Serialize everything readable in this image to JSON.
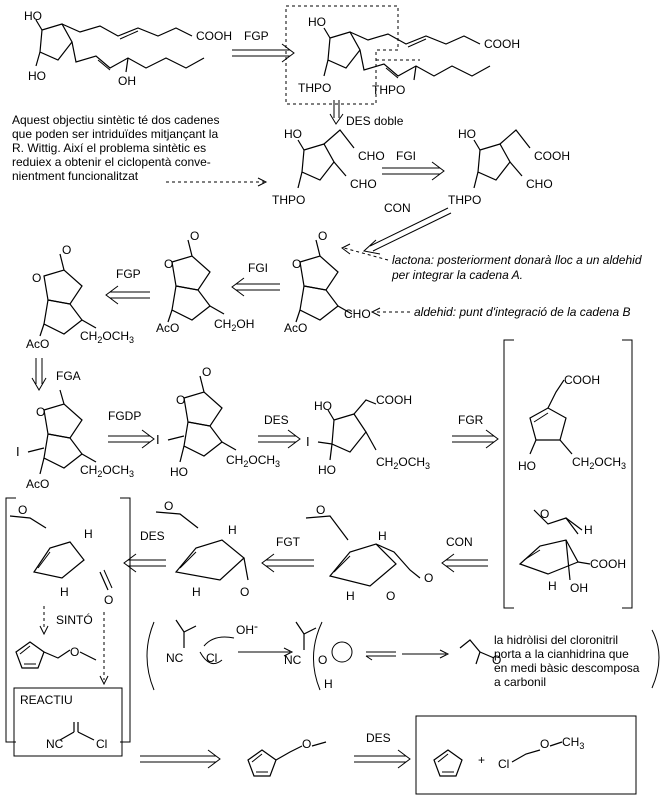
{
  "colors": {
    "note_blue": "#1a1acc",
    "note_red": "#dd0000",
    "note_magenta": "#cc22cc",
    "ink": "#000000"
  },
  "arrows": {
    "fgp_top": "FGP",
    "des_doble": "DES doble",
    "fgi_top": "FGI",
    "con_top": "CON",
    "fgi_mid": "FGI",
    "fgp_mid": "FGP",
    "fga": "FGA",
    "fgdp": "FGDP",
    "des_mid": "DES",
    "fgr": "FGR",
    "des_low": "DES",
    "fgt": "FGT",
    "con_low": "CON",
    "des_bottom": "DES",
    "sinto": "SINTÓ"
  },
  "notes": {
    "blue": [
      "Aquest objectiu sintètic té dos cadenes",
      "que poden ser intriduïdes mitjançant la",
      "R. Wittig. Així el problema sintètic es",
      "reduiex a obtenir el ciclopentà conve-",
      "nientment funcionalitzat"
    ],
    "red": [
      "lactona: posteriorment donarà lloc a un aldehid",
      "per integrar la cadena A."
    ],
    "magenta": "aldehid: punt d'integració de la cadena B",
    "hydrolysis": [
      "la hidròlisi del cloronitril",
      "porta a la cianhidrina que",
      "en medi bàsic descomposa",
      "a carbonil"
    ]
  },
  "reagent_box": {
    "title": "REACTIU"
  },
  "atoms": {
    "HO": "HO",
    "OH": "OH",
    "COOH": "COOH",
    "CHO": "CHO",
    "THPO": "THPO",
    "O": "O",
    "AcO": "AcO",
    "CH2OCH3_main": "CH",
    "CH2OCH3_sub2": "2",
    "CH2OCH3_tail": "OCH",
    "CH2OCH3_sub3": "3",
    "CH2OH_main": "CH",
    "CH2OH_tail": "OH",
    "I": "I",
    "H": "H",
    "OH_minus": "OH",
    "minus": "-",
    "NC": "NC",
    "Cl": "Cl",
    "plus": "+",
    "CH3": "CH",
    "three": "3"
  }
}
